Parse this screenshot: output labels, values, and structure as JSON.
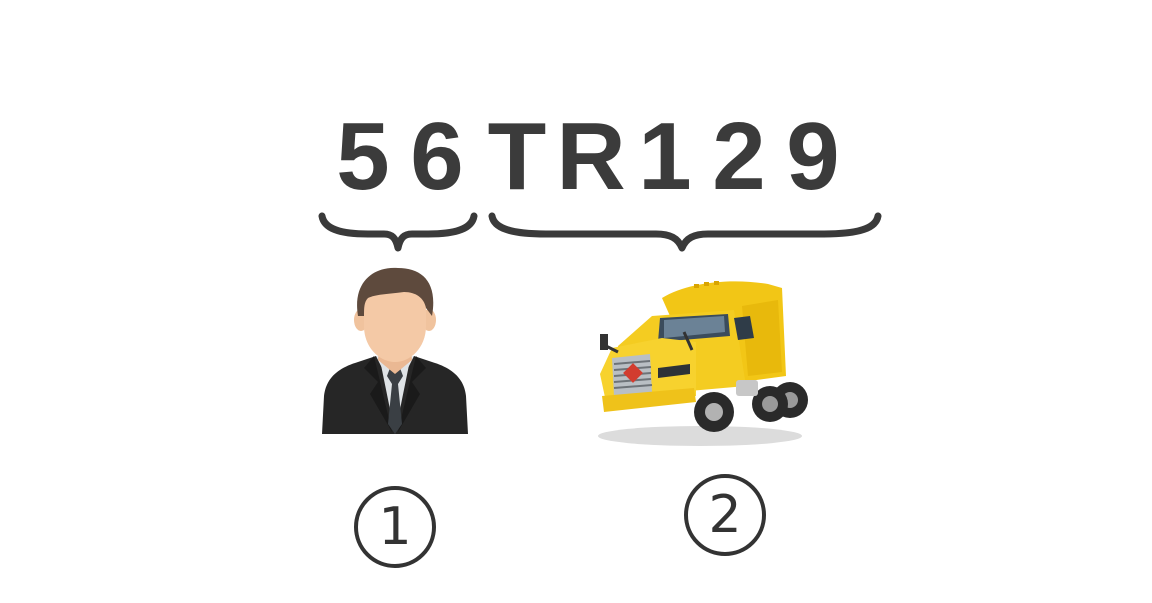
{
  "code": {
    "group_1": [
      "5",
      "6"
    ],
    "group_2": [
      "T",
      "R",
      "1",
      "2",
      "9"
    ]
  },
  "segments": [
    {
      "icon": "person-icon",
      "number": "1"
    },
    {
      "icon": "truck-icon",
      "number": "2"
    }
  ],
  "colors": {
    "text": "#3b3b3b",
    "brace": "#3a3a3a",
    "truck": "#f2c616"
  }
}
